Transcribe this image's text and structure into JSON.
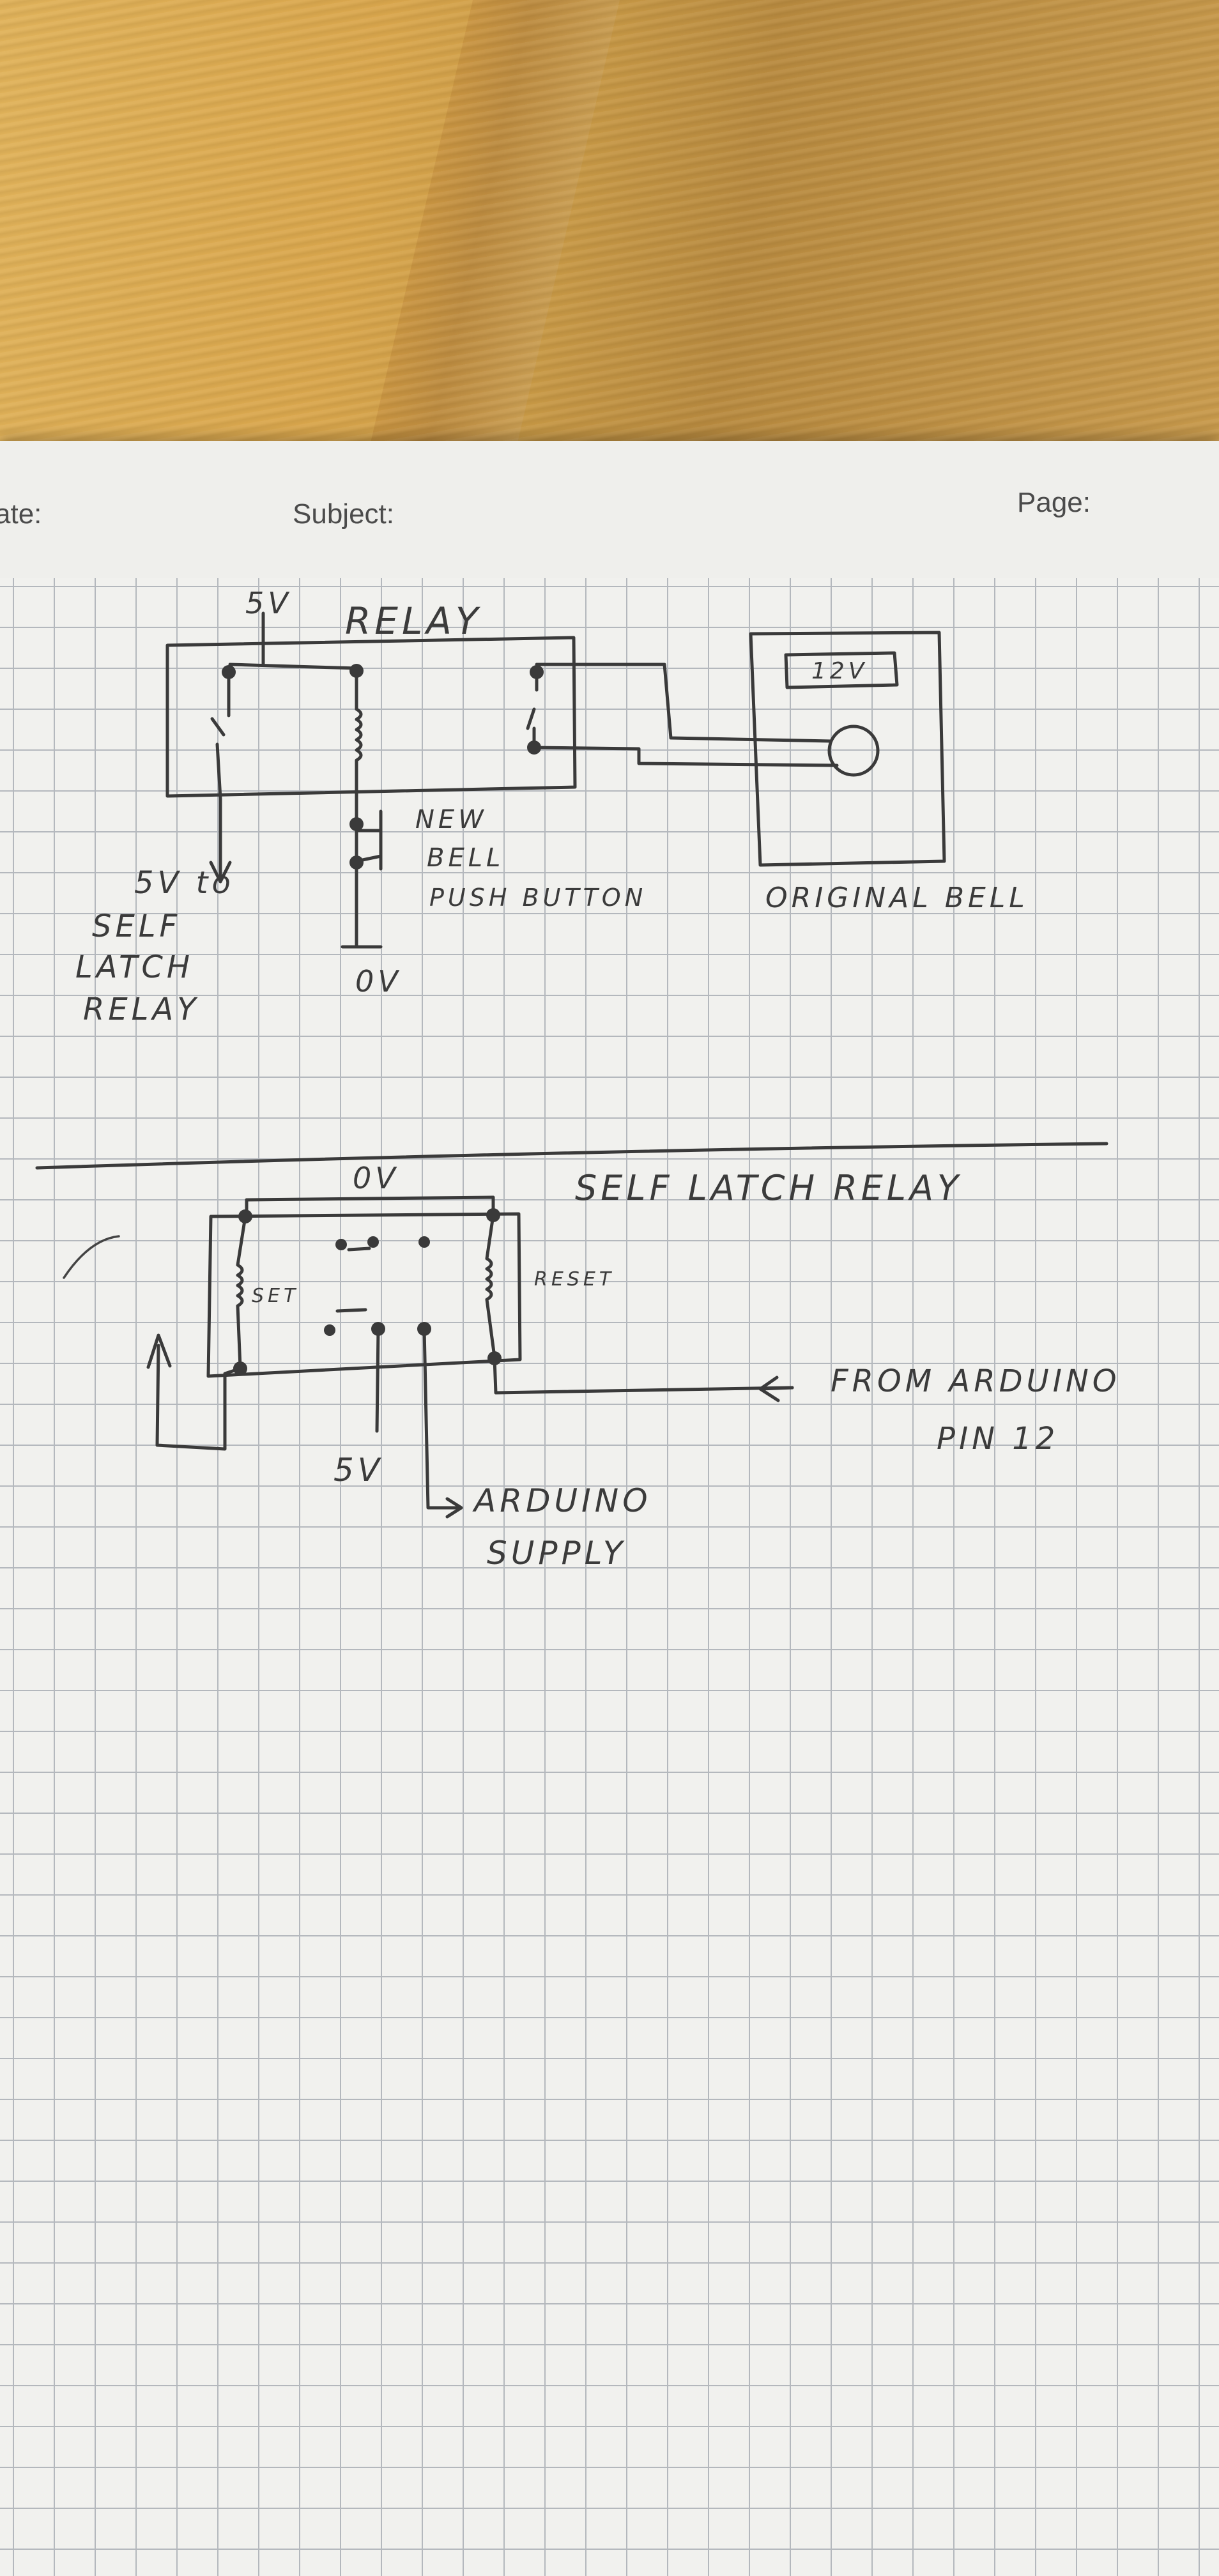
{
  "header": {
    "date_label": "ate:",
    "subject_label": "Subject:",
    "page_label": "Page:"
  },
  "relay_circuit": {
    "supply_label": "5V",
    "relay_label": "RELAY",
    "bell_supply_label": "12V",
    "button_label_line1": "NEW",
    "button_label_line2": "BELL",
    "button_label_line3": "PUSH BUTTON",
    "ground_label": "0V",
    "bell_label": "ORIGINAL BELL",
    "output_label_line1": "5V to",
    "output_label_line2": "SELF",
    "output_label_line3": "LATCH",
    "output_label_line4": "RELAY"
  },
  "self_latch_circuit": {
    "title": "SELF LATCH RELAY",
    "ground_label": "0V",
    "set_coil_label": "SET",
    "reset_coil_label": "RESET",
    "supply_label": "5V",
    "arduino_supply_line1": "ARDUINO",
    "arduino_supply_line2": "SUPPLY",
    "from_arduino_line1": "FROM ARDUINO",
    "from_arduino_line2": "PIN 12"
  }
}
